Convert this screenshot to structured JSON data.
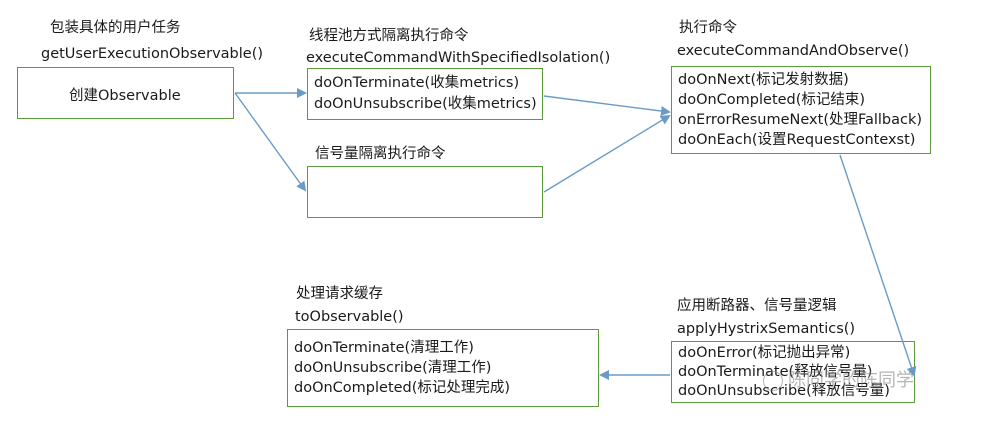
{
  "nodes": {
    "getUser": {
      "title": "包装具体的用户任务",
      "method": "getUserExecutionObservable()",
      "lines": [
        "创建Observable"
      ]
    },
    "threadPool": {
      "title": "线程池方式隔离执行命令",
      "method": "executeCommandWithSpecifiedIsolation()",
      "lines": [
        "doOnTerminate(收集metrics)",
        "doOnUnsubscribe(收集metrics)"
      ]
    },
    "semaphore": {
      "title": "信号量隔离执行命令",
      "lines": []
    },
    "execute": {
      "title": "执行命令",
      "method": "executeCommandAndObserve()",
      "lines": [
        "doOnNext(标记发射数据)",
        "doOnCompleted(标记结束)",
        "onErrorResumeNext(处理Fallback)",
        "doOnEach(设置RequestContexst)"
      ]
    },
    "apply": {
      "title": "应用断路器、信号量逻辑",
      "method": "applyHystrixSemantics()",
      "lines": [
        "doOnError(标记抛出异常)",
        "doOnTerminate(释放信号量)",
        "doOnUnsubscribe(释放信号量)"
      ]
    },
    "cache": {
      "title": "处理请求缓存",
      "method": "toObservable()",
      "lines": [
        "doOnTerminate(清理工作)",
        "doOnUnsubscribe(清理工作)",
        "doOnCompleted(标记处理完成)"
      ]
    }
  },
  "watermark": {
    "text": "陈同学的陈同学",
    "icon": "wechat-icon"
  },
  "colors": {
    "box_border": "#5a9c3c",
    "arrow": "#6a9bc7",
    "text": "#1a1a1a"
  }
}
